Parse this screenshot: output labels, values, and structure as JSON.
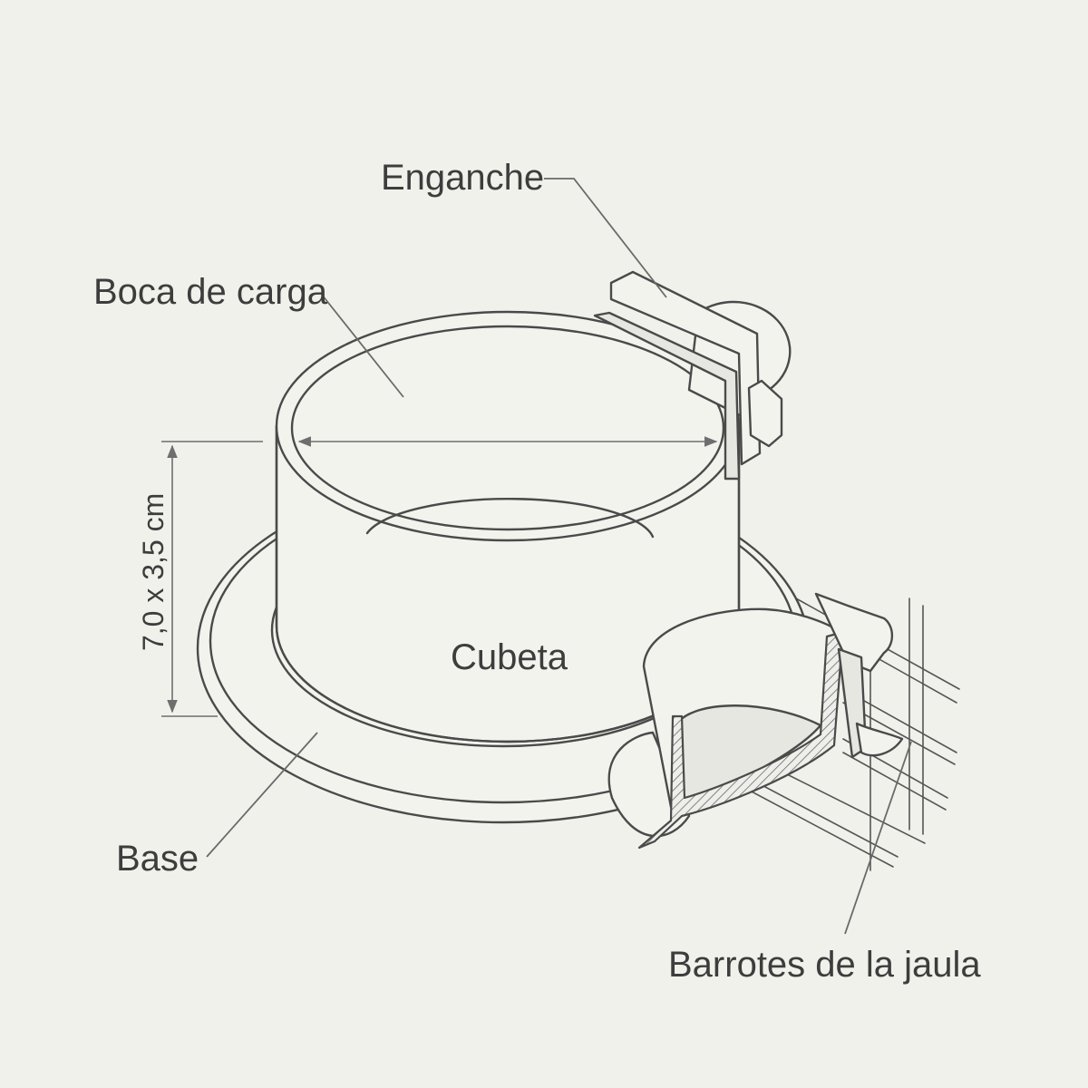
{
  "colors": {
    "background": "#f1f1ec",
    "line": "#4a4a4a",
    "label_text": "#3d3d3d"
  },
  "labels": {
    "enganche": "Enganche",
    "boca_de_carga": "Boca de carga",
    "cubeta": "Cubeta",
    "base": "Base",
    "barrotes": "Barrotes de la jaula",
    "dimension": "7,0 x 3,5 cm"
  }
}
